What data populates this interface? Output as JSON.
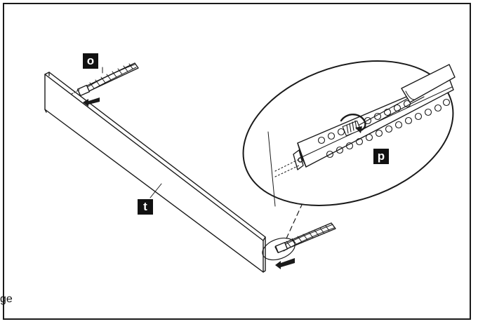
{
  "labels": {
    "part_o": "o",
    "part_t": "t",
    "part_p": "p"
  },
  "clipped_text": "ge",
  "colors": {
    "line": "#1a1a1a",
    "label_bg": "#111111",
    "label_fg": "#ffffff"
  },
  "icons": [
    "arrow-left-icon",
    "rotate-arrow-icon",
    "screw-icon",
    "screwdriver-icon"
  ]
}
